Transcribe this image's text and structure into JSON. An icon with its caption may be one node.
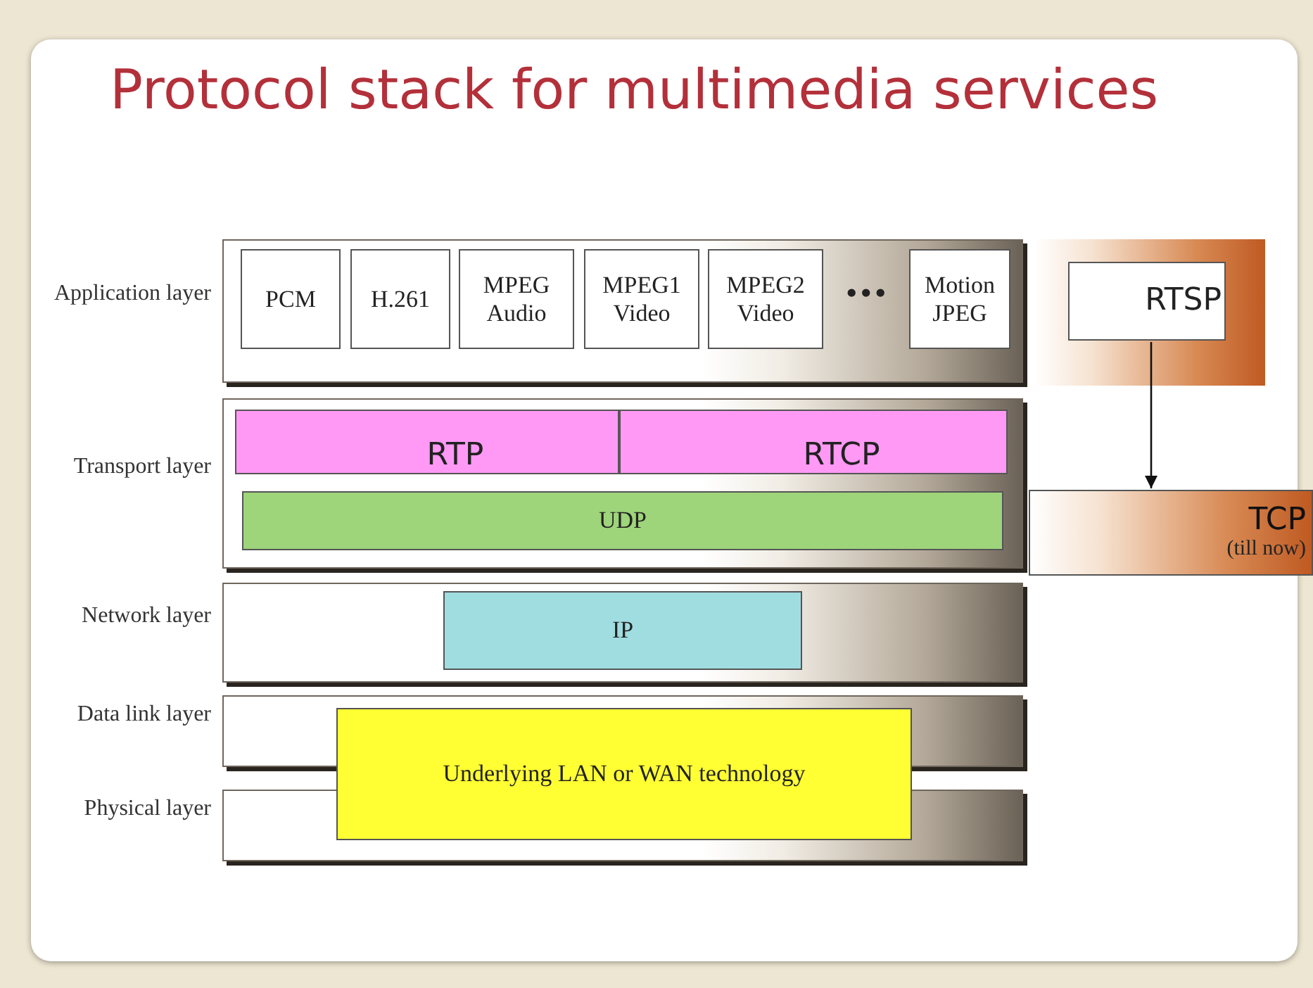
{
  "diagram": {
    "title": "Protocol stack for multimedia services",
    "nodes": [
      {
        "text": [],
        "shape": "bar",
        "beside": [
          "Application layer"
        ]
      },
      {
        "text": [
          "PCM"
        ],
        "in": 0
      },
      {
        "text": [
          "H.261"
        ],
        "in": 0
      },
      {
        "text": [
          "MPEG Audio"
        ],
        "in": 0
      },
      {
        "text": [
          "MPEG1 Video"
        ],
        "in": 0
      },
      {
        "text": [
          "MPEG2 Video"
        ],
        "in": 0
      },
      {
        "text": [
          "Motion JPEG"
        ],
        "in": 0
      },
      {
        "text": [],
        "shape": "bar"
      },
      {
        "text": [
          "RTSP"
        ],
        "in": 7
      },
      {
        "text": [],
        "shape": "bar",
        "beside": [
          "Transport layer"
        ]
      },
      {
        "text": [
          "RTP"
        ],
        "in": 9
      },
      {
        "text": [
          "RTCP"
        ],
        "in": 9
      },
      {
        "text": [
          "UDP"
        ],
        "in": 9
      },
      {
        "text": [
          "TCP",
          "(till now)"
        ]
      },
      {
        "text": [],
        "shape": "bar",
        "beside": [
          "Network layer"
        ]
      },
      {
        "text": [
          "IP"
        ],
        "in": 14
      },
      {
        "text": [],
        "shape": "bar",
        "beside": [
          "Data link layer"
        ]
      },
      {
        "text": [],
        "shape": "bar",
        "beside": [
          "Physical layer"
        ]
      },
      {
        "text": [
          "Underlying LAN or WAN technology"
        ]
      }
    ],
    "edges": [
      {
        "from": 8,
        "to": 13,
        "arrow": "to"
      }
    ],
    "labels": [
      "•••"
    ]
  }
}
